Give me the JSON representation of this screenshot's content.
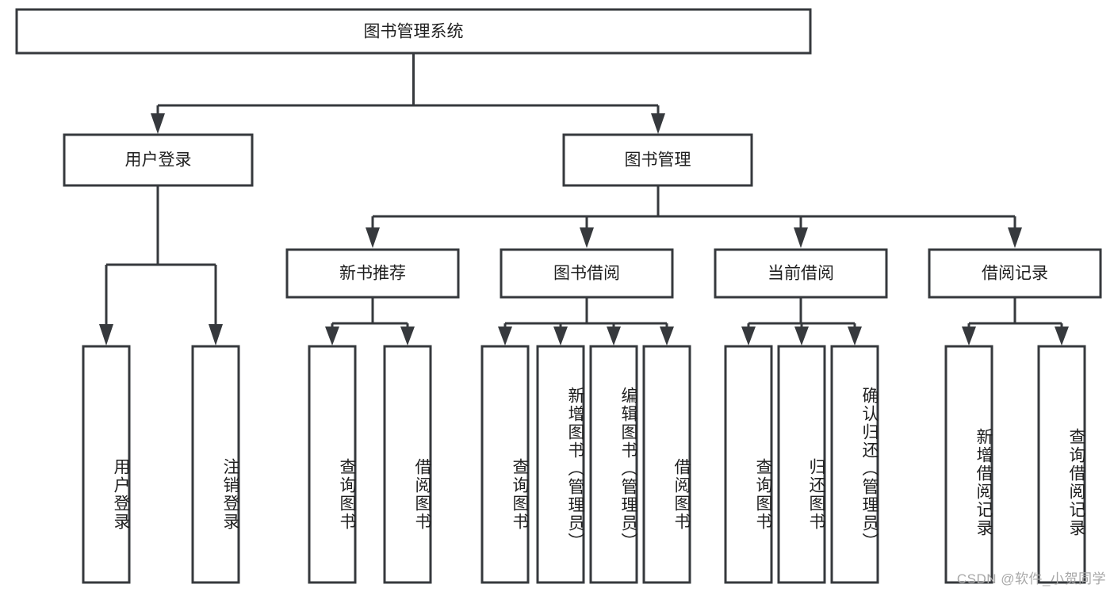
{
  "diagram": {
    "type": "tree",
    "title": "图书管理系统",
    "theme": {
      "box_stroke": "#36393d",
      "box_fill": "#ffffff",
      "text_color": "#1f1f1f",
      "background": "#ffffff",
      "watermark_color": "#a8a8a8"
    },
    "root": {
      "label": "图书管理系统"
    },
    "level1": [
      {
        "label": "用户登录"
      },
      {
        "label": "图书管理"
      }
    ],
    "level2": [
      {
        "label": "新书推荐"
      },
      {
        "label": "图书借阅"
      },
      {
        "label": "当前借阅"
      },
      {
        "label": "借阅记录"
      }
    ],
    "leaves": [
      {
        "label": "用户登录",
        "parent": "用户登录"
      },
      {
        "label": "注销登录",
        "parent": "用户登录"
      },
      {
        "label": "查询图书",
        "parent": "新书推荐"
      },
      {
        "label": "借阅图书",
        "parent": "新书推荐"
      },
      {
        "label": "查询图书",
        "parent": "图书借阅"
      },
      {
        "label": "新增图书（管理员）",
        "parent": "图书借阅"
      },
      {
        "label": "编辑图书（管理员）",
        "parent": "图书借阅"
      },
      {
        "label": "借阅图书",
        "parent": "图书借阅"
      },
      {
        "label": "查询图书",
        "parent": "当前借阅"
      },
      {
        "label": "归还图书",
        "parent": "当前借阅"
      },
      {
        "label": "确认归还（管理员）",
        "parent": "当前借阅"
      },
      {
        "label": "新增借阅记录",
        "parent": "借阅记录"
      },
      {
        "label": "查询借阅记录",
        "parent": "借阅记录"
      }
    ]
  },
  "watermark": {
    "text": "CSDN @软件_小贺同学"
  }
}
